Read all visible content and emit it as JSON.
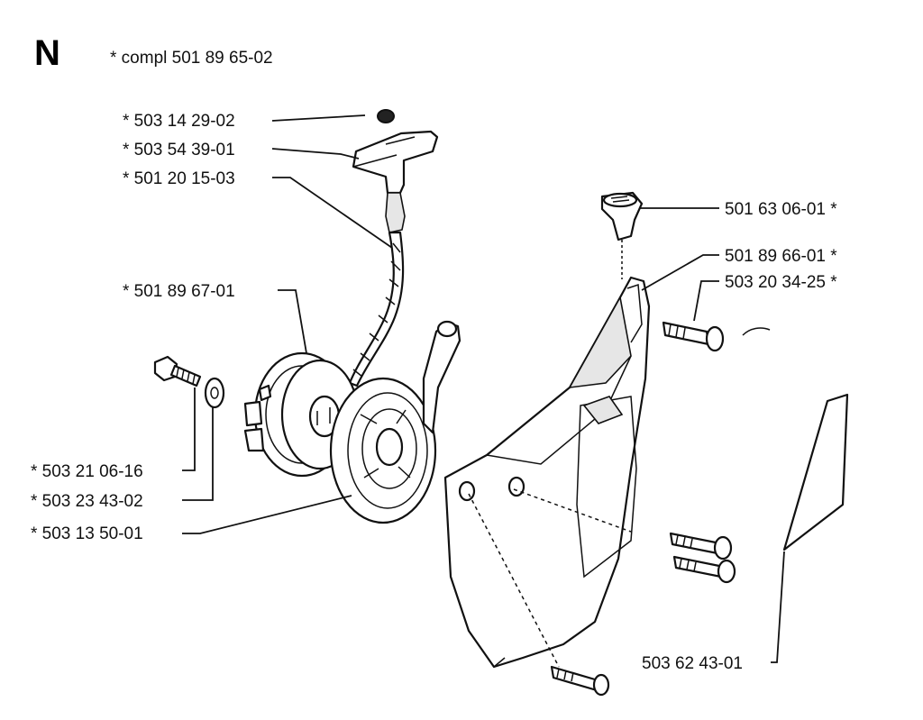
{
  "header": {
    "section_letter": "N",
    "complete_ref": "* compl 501 89 65-02"
  },
  "labels": {
    "p_503_14_29_02": "* 503 14 29-02",
    "p_503_54_39_01": "* 503 54 39-01",
    "p_501_20_15_03": "* 501 20 15-03",
    "p_501_89_67_01": "* 501 89 67-01",
    "p_503_21_06_16": "* 503 21 06-16",
    "p_503_23_43_02": "* 503 23 43-02",
    "p_503_13_50_01": "* 503 13 50-01",
    "p_501_63_06_01": "501 63 06-01 *",
    "p_501_89_66_01": "501 89 66-01 *",
    "p_503_20_34_25": "503 20 34-25 *",
    "p_503_62_43_01": "503 62 43-01"
  }
}
